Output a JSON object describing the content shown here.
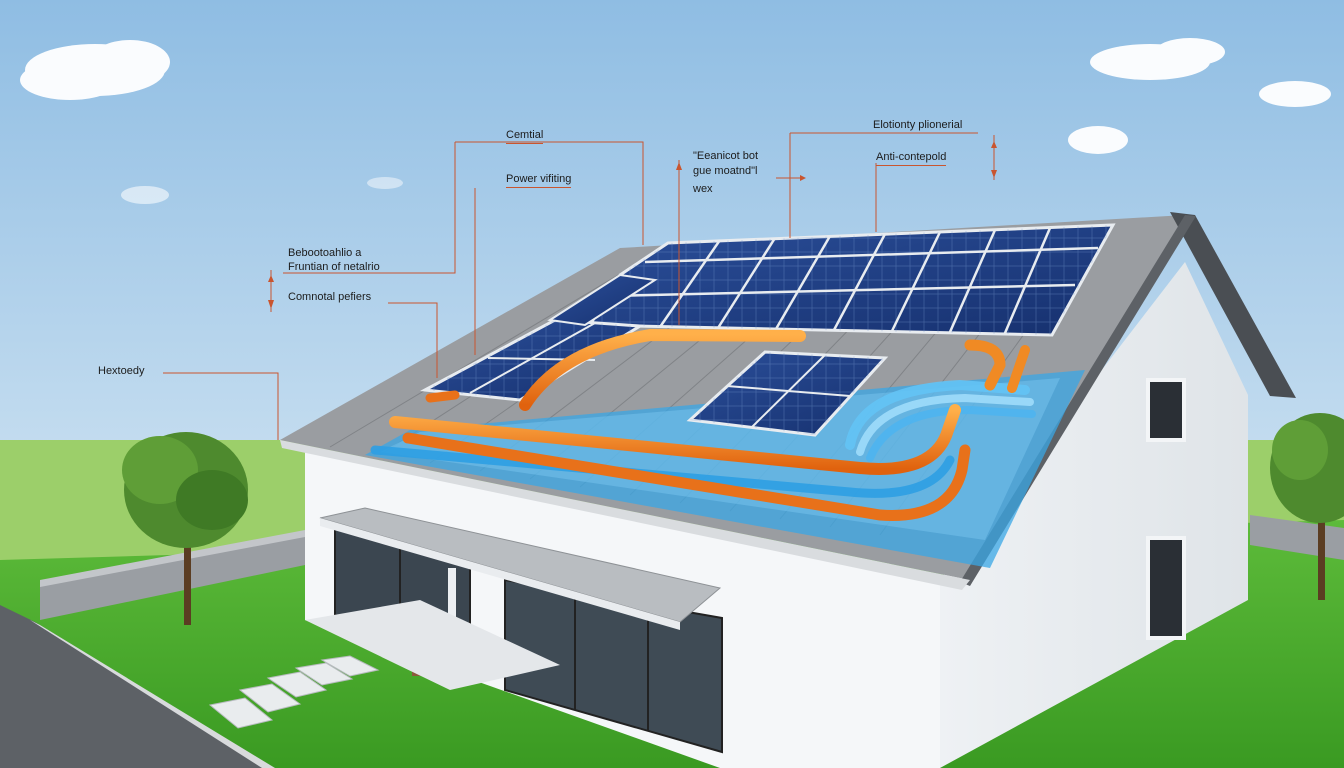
{
  "colors": {
    "sky_top": "#8fbde3",
    "sky_bottom": "#e8f2f8",
    "leader_line": "#c9552f",
    "pipe_orange": "#f27a1a",
    "water_blue": "#3aa7e6",
    "panel_blue": "#1f3f86",
    "roof_grey": "#8a8d90",
    "wall_white": "#f4f6f8",
    "grass_green": "#4caf2f"
  },
  "labels": {
    "central": "Cemtial",
    "power": "Power vifiting",
    "top_mid_line1": "\"Eeanicot bot",
    "top_mid_line2": "gue moatnd\"l",
    "top_mid_line3": "wex",
    "electricity": "Elotionty plionerial",
    "anti": "Anti-contepold",
    "left_block_line1": "Bebootoahlio a",
    "left_block_line2": "Fruntian of netalrio",
    "components": "Comnotal pefiers",
    "hex": "Hextoedy"
  },
  "icons": {
    "arrows": "double-arrow-icon"
  }
}
